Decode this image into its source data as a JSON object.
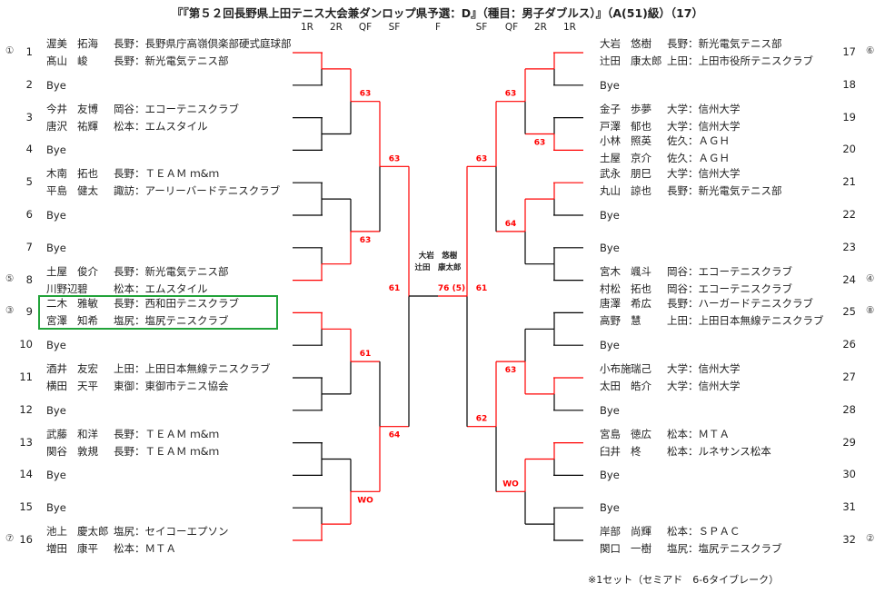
{
  "title": "『『第５２回長野県上田テニス大会兼ダンロップ県予選：D』（種目：男子ダブルス）』（A(51)級）（17）",
  "round_headers": {
    "left": [
      "1R",
      "2R",
      "QF",
      "SF"
    ],
    "final": "F",
    "right": [
      "SF",
      "QF",
      "2R",
      "1R"
    ]
  },
  "left_entries": [
    {
      "no": "1",
      "seed": "①",
      "players": [
        {
          "fam": "渥美",
          "giv": "拓海",
          "reg": "長野：長野県庁高嶺倶楽部硬式庭球部"
        },
        {
          "fam": "髙山",
          "giv": "峻",
          "reg": "長野：新光電気テニス部"
        }
      ]
    },
    {
      "no": "2",
      "bye": "Bye"
    },
    {
      "no": "3",
      "players": [
        {
          "fam": "今井",
          "giv": "友博",
          "reg": "岡谷：エコーテニスクラブ"
        },
        {
          "fam": "唐沢",
          "giv": "祐輝",
          "reg": "松本：エムスタイル"
        }
      ]
    },
    {
      "no": "4",
      "bye": "Bye"
    },
    {
      "no": "5",
      "players": [
        {
          "fam": "木南",
          "giv": "拓也",
          "reg": "長野：ＴＥＡＭ ｍ&ｍ"
        },
        {
          "fam": "平島",
          "giv": "健太",
          "reg": "諏訪：アーリーバードテニスクラブ"
        }
      ]
    },
    {
      "no": "6",
      "bye": "Bye"
    },
    {
      "no": "7",
      "bye": "Bye"
    },
    {
      "no": "8",
      "seed": "⑤",
      "players": [
        {
          "fam": "土屋",
          "giv": "俊介",
          "reg": "長野：新光電気テニス部"
        },
        {
          "fam": "川野辺",
          "giv": "碧",
          "reg": "松本：エムスタイル"
        }
      ]
    },
    {
      "no": "9",
      "seed": "③",
      "players": [
        {
          "fam": "二木",
          "giv": "雅敏",
          "reg": "長野：西和田テニスクラブ"
        },
        {
          "fam": "宮澤",
          "giv": "知希",
          "reg": "塩尻：塩尻テニスクラブ"
        }
      ]
    },
    {
      "no": "10",
      "bye": "Bye"
    },
    {
      "no": "11",
      "players": [
        {
          "fam": "酒井",
          "giv": "友宏",
          "reg": "上田：上田日本無線テニスクラブ"
        },
        {
          "fam": "横田",
          "giv": "天平",
          "reg": "東御：東御市テニス協会"
        }
      ]
    },
    {
      "no": "12",
      "bye": "Bye"
    },
    {
      "no": "13",
      "players": [
        {
          "fam": "武藤",
          "giv": "和洋",
          "reg": "長野：ＴＥＡＭ ｍ&ｍ"
        },
        {
          "fam": "関谷",
          "giv": "敦規",
          "reg": "長野：ＴＥＡＭ ｍ&ｍ"
        }
      ]
    },
    {
      "no": "14",
      "bye": "Bye"
    },
    {
      "no": "15",
      "bye": "Bye"
    },
    {
      "no": "16",
      "seed": "⑦",
      "players": [
        {
          "fam": "池上",
          "giv": "慶太郎",
          "reg": "塩尻：セイコーエプソン"
        },
        {
          "fam": "増田",
          "giv": "康平",
          "reg": "松本：ＭＴＡ"
        }
      ]
    }
  ],
  "right_entries": [
    {
      "no": "17",
      "seed": "⑥",
      "players": [
        {
          "fam": "大岩",
          "giv": "悠樹",
          "reg": "長野：新光電気テニス部"
        },
        {
          "fam": "辻田",
          "giv": "康太郎",
          "reg": "上田：上田市役所テニスクラブ"
        }
      ]
    },
    {
      "no": "18",
      "bye": "Bye"
    },
    {
      "no": "19",
      "players": [
        {
          "fam": "金子",
          "giv": "歩夢",
          "reg": "大学：信州大学"
        },
        {
          "fam": "戸澤",
          "giv": "郁也",
          "reg": "大学：信州大学"
        }
      ]
    },
    {
      "no": "20",
      "players": [
        {
          "fam": "小林",
          "giv": "照英",
          "reg": "佐久：ＡＧＨ"
        },
        {
          "fam": "土屋",
          "giv": "京介",
          "reg": "佐久：ＡＧＨ"
        }
      ]
    },
    {
      "no": "21",
      "players": [
        {
          "fam": "武永",
          "giv": "朋巳",
          "reg": "大学：信州大学"
        },
        {
          "fam": "丸山",
          "giv": "諒也",
          "reg": "長野：新光電気テニス部"
        }
      ]
    },
    {
      "no": "22",
      "bye": "Bye"
    },
    {
      "no": "23",
      "bye": "Bye"
    },
    {
      "no": "24",
      "seed": "④",
      "players": [
        {
          "fam": "宮木",
          "giv": "颯斗",
          "reg": "岡谷：エコーテニスクラブ"
        },
        {
          "fam": "村松",
          "giv": "拓也",
          "reg": "岡谷：エコーテニスクラブ"
        }
      ]
    },
    {
      "no": "25",
      "seed": "⑧",
      "players": [
        {
          "fam": "唐澤",
          "giv": "希広",
          "reg": "長野：ハーガードテニスクラブ"
        },
        {
          "fam": "高野",
          "giv": "慧",
          "reg": "上田：上田日本無線テニスクラブ"
        }
      ]
    },
    {
      "no": "26",
      "bye": "Bye"
    },
    {
      "no": "27",
      "players": [
        {
          "fam": "小布施",
          "giv": "瑞己",
          "reg": "大学：信州大学"
        },
        {
          "fam": "太田",
          "giv": "皓介",
          "reg": "大学：信州大学"
        }
      ]
    },
    {
      "no": "28",
      "bye": "Bye"
    },
    {
      "no": "29",
      "players": [
        {
          "fam": "宮島",
          "giv": "徳広",
          "reg": "松本：ＭＴＡ"
        },
        {
          "fam": "臼井",
          "giv": "柊",
          "reg": "松本：ルネサンス松本"
        }
      ]
    },
    {
      "no": "30",
      "bye": "Bye"
    },
    {
      "no": "31",
      "bye": "Bye"
    },
    {
      "no": "32",
      "seed": "②",
      "players": [
        {
          "fam": "岸部",
          "giv": "尚輝",
          "reg": "松本：ＳＰＡＣ"
        },
        {
          "fam": "関口",
          "giv": "一樹",
          "reg": "塩尻：塩尻テニスクラブ"
        }
      ]
    }
  ],
  "results": {
    "left": {
      "r1": [
        {
          "w": "top"
        },
        {
          "w": null
        },
        {
          "w": null
        },
        {
          "w": "bottom"
        },
        {
          "w": "top"
        },
        {
          "w": null
        },
        {
          "w": null
        },
        {
          "w": "bottom"
        }
      ],
      "r2": [
        {
          "w": "top",
          "s": "63"
        },
        {
          "w": "bottom",
          "s": "63"
        },
        {
          "w": "top",
          "s": "61"
        },
        {
          "w": "bottom",
          "s": "WO"
        }
      ],
      "qf": [
        {
          "w": "top",
          "s": "63"
        },
        {
          "w": "bottom",
          "s": "64"
        }
      ],
      "sf": [
        {
          "w": "top",
          "s": "61"
        }
      ]
    },
    "right": {
      "r1": [
        {
          "w": "top"
        },
        {
          "w": "bottom",
          "s": "63"
        },
        {
          "w": "top"
        },
        {
          "w": null
        },
        {
          "w": null
        },
        {
          "w": "top"
        },
        {
          "w": "top"
        },
        {
          "w": null
        }
      ],
      "r2": [
        {
          "w": "top",
          "s": "63"
        },
        {
          "w": "top",
          "s": "64"
        },
        {
          "w": "bottom",
          "s": "63"
        },
        {
          "w": "top",
          "s": "WO"
        }
      ],
      "qf": [
        {
          "w": "top",
          "s": "63"
        },
        {
          "w": "top",
          "s": "62"
        }
      ],
      "sf": [
        {
          "w": "top",
          "s": "61"
        }
      ]
    },
    "final": {
      "winner_side": "right",
      "score": "76 (5)"
    }
  },
  "champion": [
    "大岩　悠樹",
    "辻田　康太郎"
  ],
  "footer_note": "※1セット（セミアド　6-6タイブレーク）",
  "colors": {
    "win": "#ff0000",
    "line": "#000000",
    "highlight": "#22a33a"
  }
}
